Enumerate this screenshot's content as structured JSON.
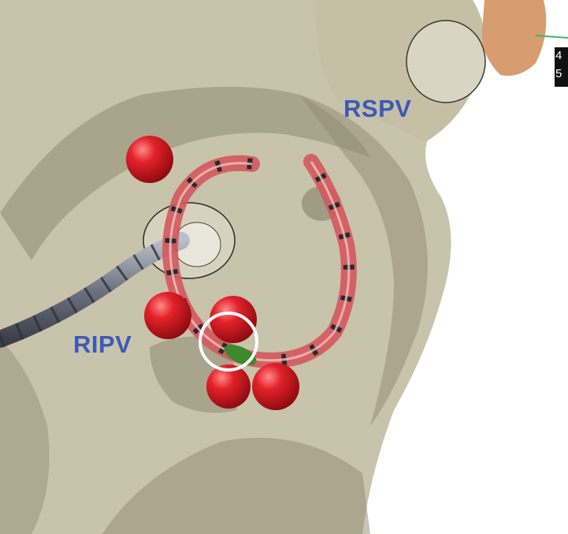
{
  "labels": {
    "rspv": "RSPV",
    "ripv": "RIPV"
  },
  "orientation_marker": {
    "top": "4",
    "bottom": "5"
  },
  "colors": {
    "label": "#3b5ab8",
    "atrium_fill": "#c9c4ac",
    "atrium_shadow": "#8f8a72",
    "lesion": "#e0191f",
    "catheter": "#d4585c",
    "circle_marker": "#ffffff"
  }
}
